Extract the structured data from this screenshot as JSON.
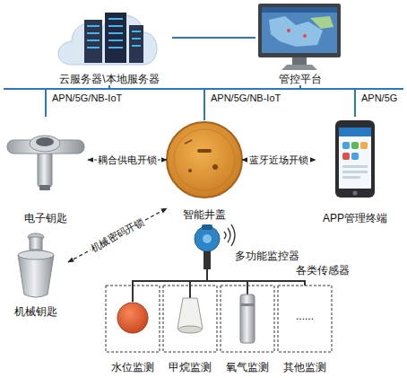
{
  "diagram": {
    "nodes": [
      {
        "text": [
          "云服务器\\本地服务器"
        ]
      },
      {
        "text": [
          "管控平台"
        ]
      },
      {
        "text": [
          "电子钥匙"
        ]
      },
      {
        "text": [
          "智能井盖"
        ]
      },
      {
        "text": [
          "APP管理终端"
        ]
      },
      {
        "text": [
          "机械钥匙"
        ]
      },
      {
        "text": [
          "多功能监控器"
        ]
      },
      {
        "text": [
          "水位监测"
        ]
      },
      {
        "text": [
          "甲烷监测"
        ]
      },
      {
        "text": [
          "氧气监测"
        ]
      },
      {
        "text": [
          "其他监测"
        ]
      }
    ],
    "edges": [
      {
        "from": 0,
        "to": 1,
        "arrow": "none"
      },
      {
        "from": 2,
        "to": 0,
        "label": "APN/5G/NB-IoT",
        "arrow": "none"
      },
      {
        "from": 3,
        "to": 0,
        "label": "APN/5G/NB-IoT",
        "arrow": "none"
      },
      {
        "from": 4,
        "to": 1,
        "label": "APN/5G",
        "arrow": "none"
      },
      {
        "from": 2,
        "to": 3,
        "label": "耦合供电开锁",
        "arrow": "both"
      },
      {
        "from": 3,
        "to": 4,
        "label": "蓝牙近场开锁",
        "arrow": "both"
      },
      {
        "from": 5,
        "to": 3,
        "label": "机械密码开锁",
        "arrow": "both"
      },
      {
        "from": 6,
        "to": 7,
        "arrow": "none"
      },
      {
        "from": 6,
        "to": 8,
        "arrow": "none"
      },
      {
        "from": 6,
        "to": 9,
        "arrow": "none"
      },
      {
        "from": 6,
        "to": 10,
        "arrow": "none"
      }
    ],
    "labels": [
      "各类传感器",
      "......"
    ]
  }
}
